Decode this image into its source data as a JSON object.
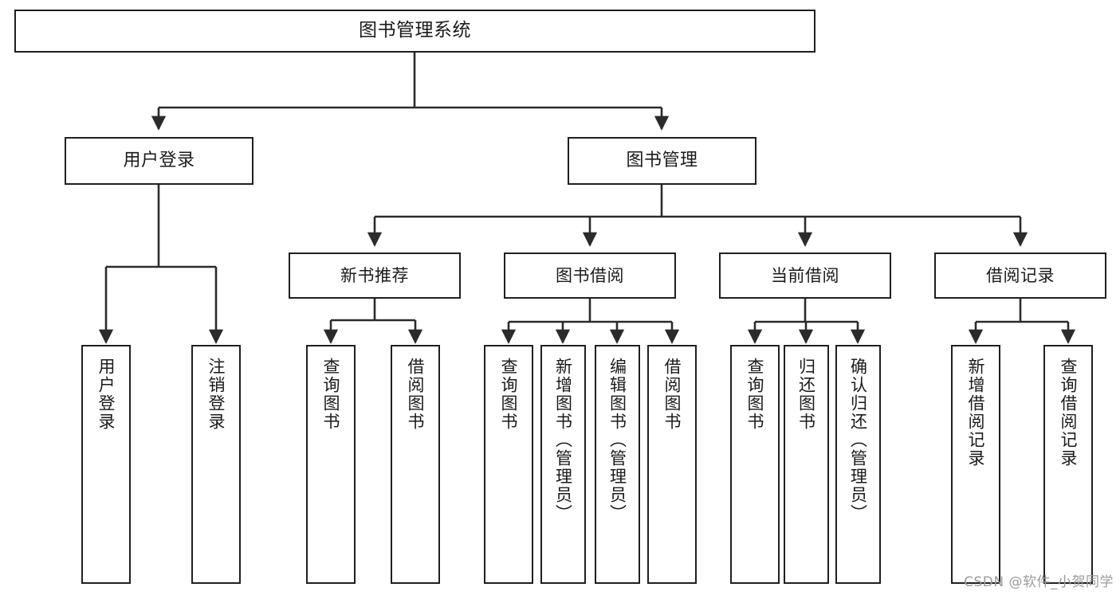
{
  "diagram": {
    "title": "图书管理系统",
    "type": "tree-hierarchy",
    "watermark": "CSDN @软件_小贺同学",
    "colors": {
      "box_border": "#1f1f1f",
      "box_fill": "#ffffff",
      "connector": "#2b2b2b",
      "text": "#1a1a1a",
      "watermark": "#9b9b9b"
    }
  },
  "root": {
    "label": "图书管理系统"
  },
  "level1": [
    {
      "label": "用户登录"
    },
    {
      "label": "图书管理"
    }
  ],
  "level2": [
    {
      "label": "新书推荐"
    },
    {
      "label": "图书借阅"
    },
    {
      "label": "当前借阅"
    },
    {
      "label": "借阅记录"
    }
  ],
  "leaves": [
    {
      "label": "用户登录",
      "parent": "用户登录"
    },
    {
      "label": "注销登录",
      "parent": "用户登录"
    },
    {
      "label": "查询图书",
      "parent": "新书推荐"
    },
    {
      "label": "借阅图书",
      "parent": "新书推荐"
    },
    {
      "label": "查询图书",
      "parent": "图书借阅"
    },
    {
      "label": "新增图书（管理员）",
      "parent": "图书借阅"
    },
    {
      "label": "编辑图书（管理员）",
      "parent": "图书借阅"
    },
    {
      "label": "借阅图书",
      "parent": "图书借阅"
    },
    {
      "label": "查询图书",
      "parent": "当前借阅"
    },
    {
      "label": "归还图书",
      "parent": "当前借阅"
    },
    {
      "label": "确认归还（管理员）",
      "parent": "当前借阅"
    },
    {
      "label": "新增借阅记录",
      "parent": "借阅记录"
    },
    {
      "label": "查询借阅记录",
      "parent": "借阅记录"
    }
  ]
}
